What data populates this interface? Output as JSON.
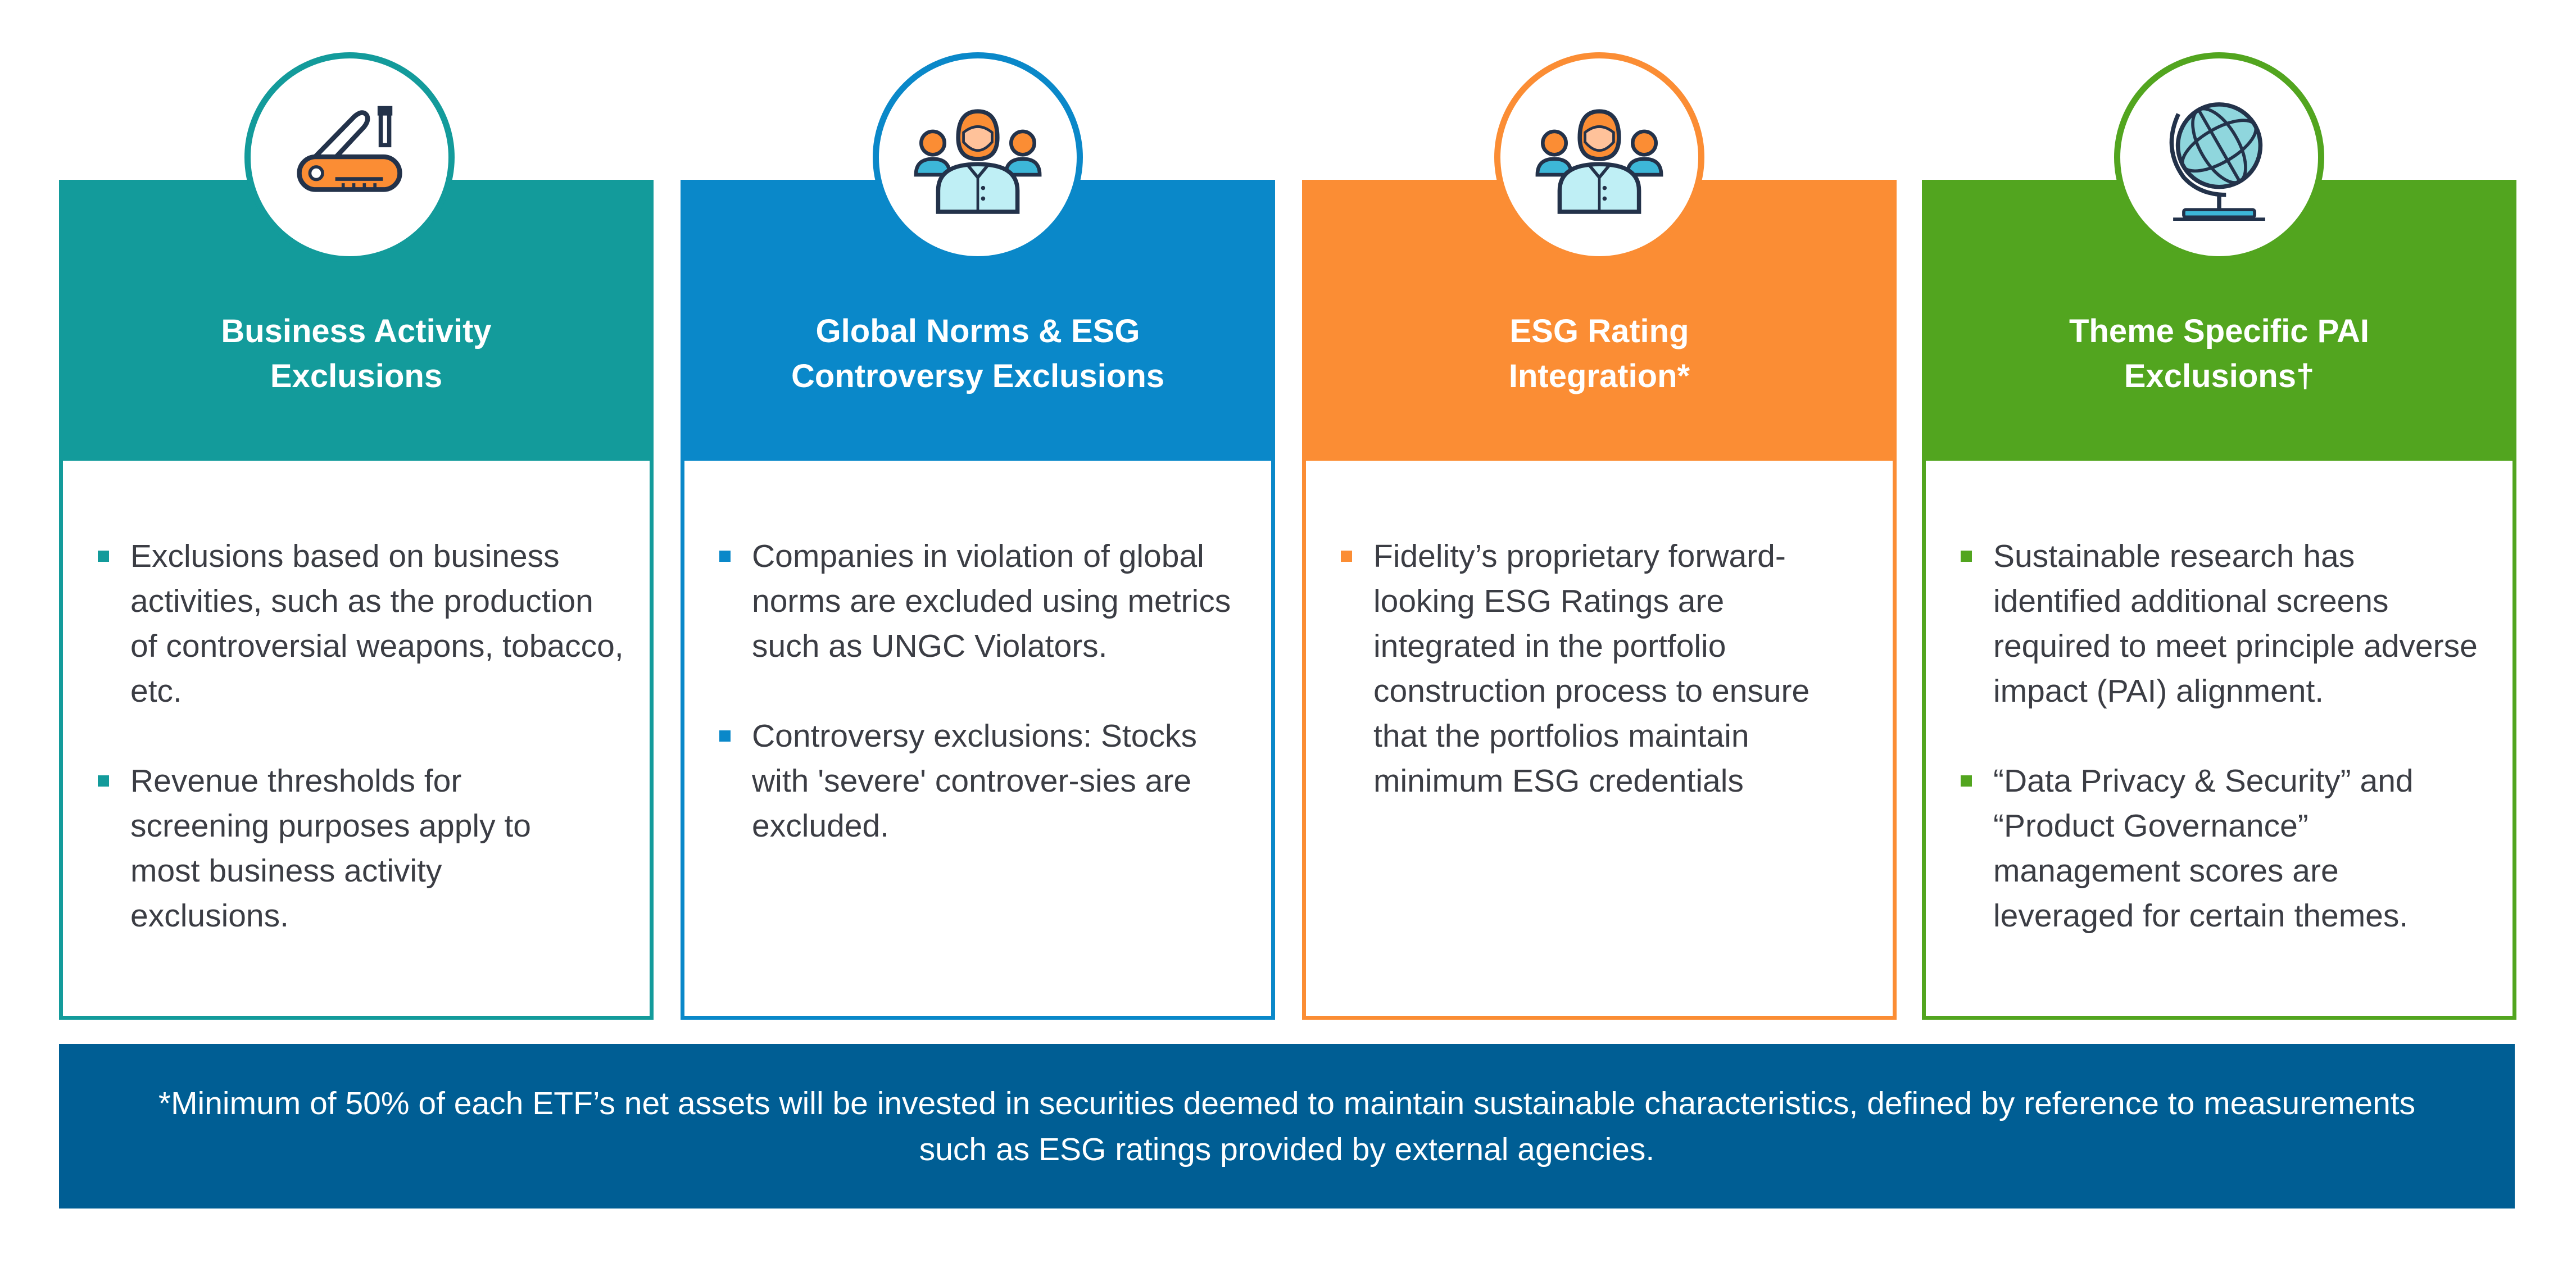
{
  "colors": {
    "teal": "#139b9b",
    "blue": "#0a88c9",
    "orange": "#fb8d34",
    "green": "#52a51f",
    "footer": "#005e94"
  },
  "cards": [
    {
      "icon": "swiss-army-knife-icon",
      "title": "Business Activity Exclusions",
      "bullets": [
        "Exclusions based on business activities, such as the production of controversial weapons, tobacco, etc.",
        "Revenue thresholds for screening purposes apply to most business activity exclusions."
      ]
    },
    {
      "icon": "people-group-icon",
      "title": "Global Norms & ESG Controversy Exclusions",
      "bullets": [
        "Companies in violation of global norms are excluded using metrics such as UNGC Violators.",
        "Controversy exclusions: Stocks with 'severe' controver-sies are excluded."
      ]
    },
    {
      "icon": "people-group-icon",
      "title": "ESG Rating Integration*",
      "bullets": [
        "Fidelity’s proprietary forward-looking ESG Ratings are integrated in the portfolio construction process to ensure that the portfolios maintain minimum ESG credentials"
      ]
    },
    {
      "icon": "globe-icon",
      "title": "Theme Specific PAI Exclusions†",
      "bullets": [
        "Sustainable research has identified additional screens required to meet principle adverse impact (PAI) alignment.",
        "“Data Privacy & Security” and “Product Governance” management scores are leveraged for certain themes."
      ]
    }
  ],
  "footer": {
    "text": "*Minimum of 50% of each ETF’s net assets will be invested in securities deemed to maintain sustainable characteristics, defined by reference to measurements such as ESG ratings provided by external agencies."
  }
}
